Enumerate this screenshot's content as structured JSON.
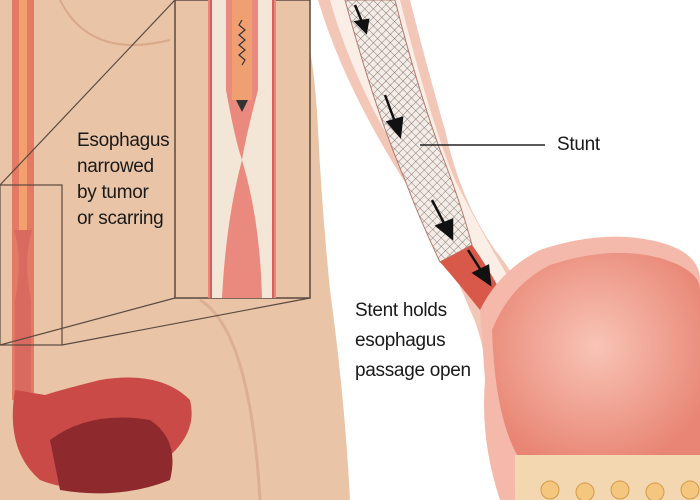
{
  "left_label": {
    "lines": [
      "Esophagus",
      "narrowed",
      "by tumor",
      "or scarring"
    ]
  },
  "stent_label": {
    "text": "Stunt"
  },
  "right_label": {
    "lines": [
      "Stent holds",
      "esophagus",
      "passage open"
    ]
  },
  "colors": {
    "skin": "#eac4a6",
    "tissue": "#e8837a",
    "stomach": "#f2a59a",
    "line": "#222222"
  }
}
